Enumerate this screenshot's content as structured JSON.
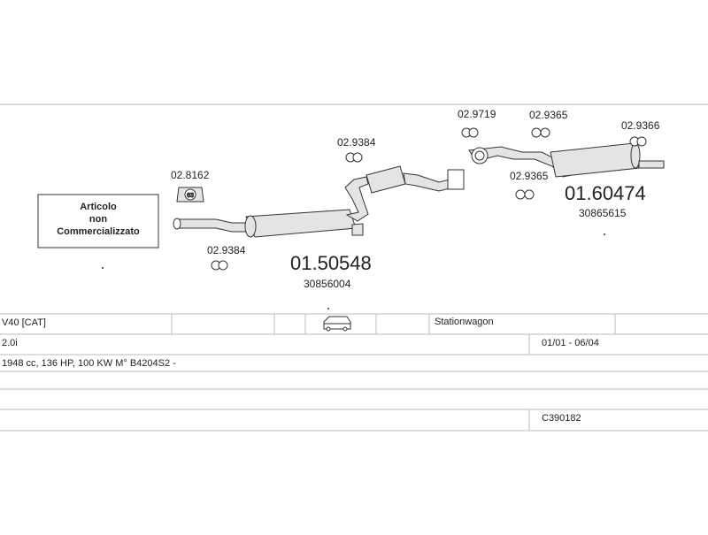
{
  "diagram": {
    "parts": {
      "clamp_top_mid": "02.9384",
      "gasket_left": "02.8162",
      "gasket_left_size": "63",
      "mount_left_bottom": "02.9384",
      "mount_top_a": "02.9719",
      "mount_top_b": "02.9365",
      "mount_top_c": "02.9366",
      "mount_mid_right": "02.9365"
    },
    "mufflers": {
      "front_code": "01.50548",
      "front_oem": "30856004",
      "rear_code": "01.60474",
      "rear_oem": "30865615"
    },
    "notice_box": {
      "line1": "Articolo",
      "line2": "non",
      "line3": "Commercializzato"
    }
  },
  "table": {
    "model": "V40  [CAT]",
    "body_type": "Stationwagon",
    "engine": "2.0i",
    "period": "01/01 - 06/04",
    "specs": "1948 cc, 136 HP, 100 KW M° B4204S2 -",
    "code": "C390182",
    "icons": {
      "vehicle": "car-icon"
    }
  }
}
